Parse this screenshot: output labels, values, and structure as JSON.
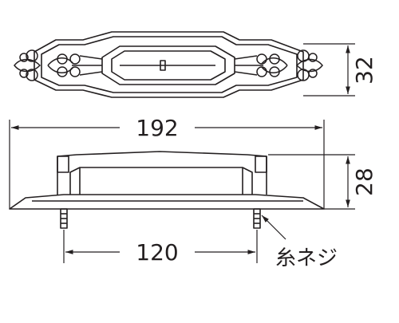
{
  "drawing": {
    "top_view": {
      "height_dimension": "32"
    },
    "side_view": {
      "overall_length_dimension": "192",
      "height_dimension": "28",
      "hole_pitch_dimension": "120",
      "screw_label": "糸ネジ"
    },
    "colors": {
      "line": "#231f20",
      "background": "#ffffff"
    }
  }
}
